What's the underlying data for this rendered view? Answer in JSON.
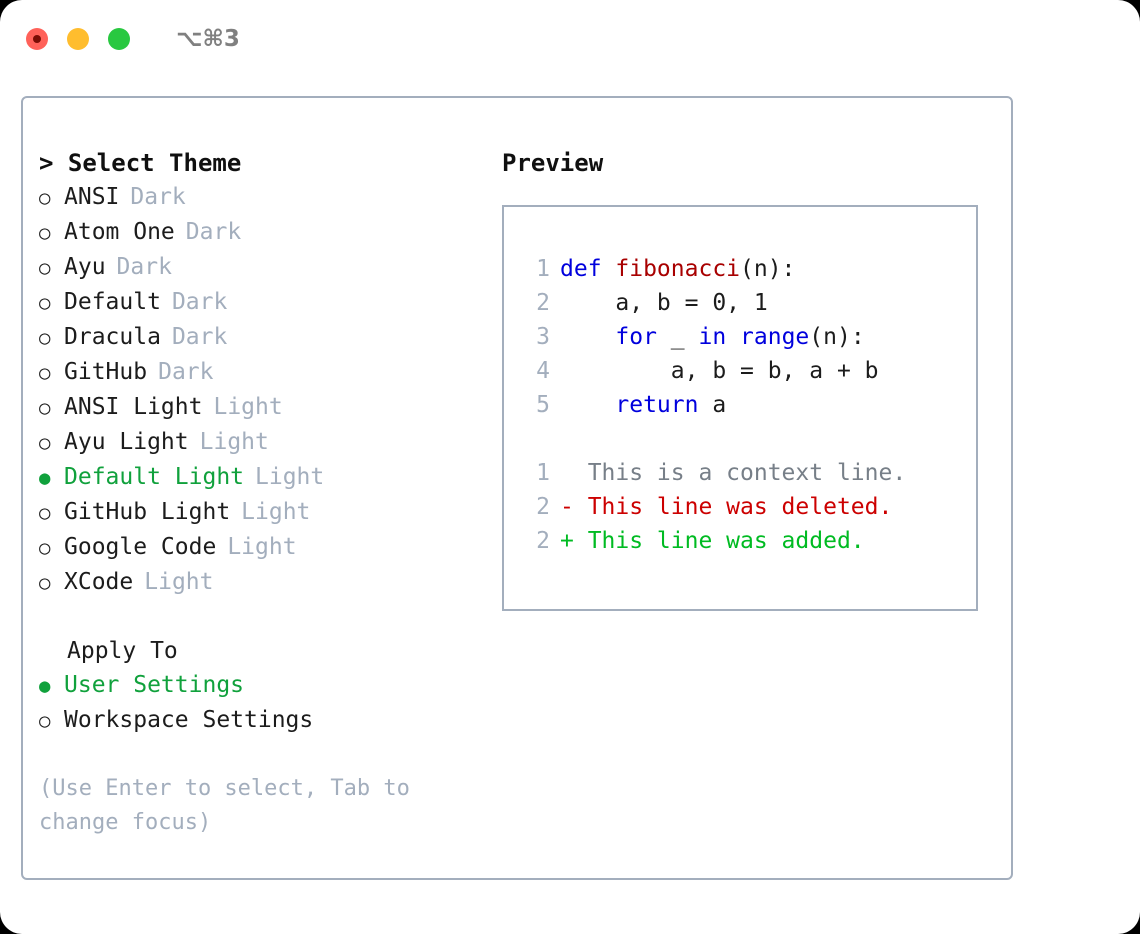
{
  "titlebar": {
    "shortcut": "⌥⌘3",
    "buttons": [
      {
        "name": "close",
        "color": "#ff6159"
      },
      {
        "name": "minimize",
        "color": "#ffbd2e"
      },
      {
        "name": "maximize",
        "color": "#28c840"
      }
    ]
  },
  "theme_picker": {
    "header": "> Select Theme",
    "marker_unselected": "○",
    "marker_selected": "●",
    "items": [
      {
        "name": "ANSI",
        "category": "Dark",
        "selected": false
      },
      {
        "name": "Atom One",
        "category": "Dark",
        "selected": false
      },
      {
        "name": "Ayu",
        "category": "Dark",
        "selected": false
      },
      {
        "name": "Default",
        "category": "Dark",
        "selected": false
      },
      {
        "name": "Dracula",
        "category": "Dark",
        "selected": false
      },
      {
        "name": "GitHub",
        "category": "Dark",
        "selected": false
      },
      {
        "name": "ANSI Light",
        "category": "Light",
        "selected": false
      },
      {
        "name": "Ayu Light",
        "category": "Light",
        "selected": false
      },
      {
        "name": "Default Light",
        "category": "Light",
        "selected": true
      },
      {
        "name": "GitHub Light",
        "category": "Light",
        "selected": false
      },
      {
        "name": "Google Code",
        "category": "Light",
        "selected": false
      },
      {
        "name": "XCode",
        "category": "Light",
        "selected": false
      }
    ]
  },
  "apply_to": {
    "label": "Apply To",
    "options": [
      {
        "name": "User Settings",
        "selected": true
      },
      {
        "name": "Workspace Settings",
        "selected": false
      }
    ]
  },
  "hint": "(Use Enter to select, Tab to change focus)",
  "preview": {
    "title": "Preview",
    "code_lines": [
      {
        "no": "1",
        "tokens": [
          {
            "t": "def ",
            "k": "kw"
          },
          {
            "t": "fibonacci",
            "k": "fn"
          },
          {
            "t": "(n):",
            "k": "pl"
          }
        ]
      },
      {
        "no": "2",
        "tokens": [
          {
            "t": "    a, b = 0, 1",
            "k": "pl"
          }
        ]
      },
      {
        "no": "3",
        "tokens": [
          {
            "t": "    ",
            "k": "pl"
          },
          {
            "t": "for",
            "k": "kw"
          },
          {
            "t": " _ ",
            "k": "pl"
          },
          {
            "t": "in",
            "k": "kw"
          },
          {
            "t": " ",
            "k": "pl"
          },
          {
            "t": "range",
            "k": "kw"
          },
          {
            "t": "(n):",
            "k": "pl"
          }
        ]
      },
      {
        "no": "4",
        "tokens": [
          {
            "t": "        a, b = b, a + b",
            "k": "pl"
          }
        ]
      },
      {
        "no": "5",
        "tokens": [
          {
            "t": "    ",
            "k": "pl"
          },
          {
            "t": "return",
            "k": "kw"
          },
          {
            "t": " a",
            "k": "pl"
          }
        ]
      }
    ],
    "diff_lines": [
      {
        "no": "1",
        "marker": " ",
        "text": "This is a context line.",
        "kind": "ctx"
      },
      {
        "no": "2",
        "marker": "-",
        "text": "This line was deleted.",
        "kind": "del"
      },
      {
        "no": "2",
        "marker": "+",
        "text": "This line was added.",
        "kind": "add"
      }
    ]
  },
  "colors": {
    "selected_green": "#10a13c",
    "border": "#a3aebd",
    "muted": "#a3aebd",
    "keyword_blue": "#0000dd",
    "function_red": "#a80000",
    "diff_deleted": "#cc0000",
    "diff_added": "#00bb22",
    "diff_context": "#777f88"
  }
}
